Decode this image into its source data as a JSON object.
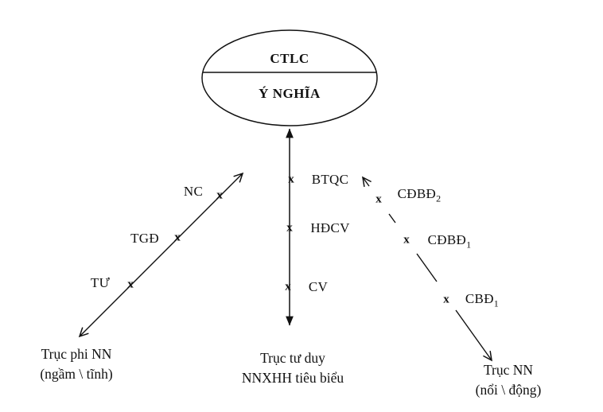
{
  "marker_symbol": "x",
  "ellipse": {
    "top_label": "CTLC",
    "bottom_label": "Ý NGHĨA"
  },
  "axes": {
    "left": {
      "points": [
        {
          "label": "NC"
        },
        {
          "label": "TGĐ"
        },
        {
          "label": "TƯ"
        }
      ],
      "caption": {
        "line1": "Trục phi NN",
        "line2": "(ngầm \\ tĩnh)"
      }
    },
    "middle": {
      "points": [
        {
          "label": "BTQC"
        },
        {
          "label": "HĐCV"
        },
        {
          "label": "CV"
        }
      ],
      "caption": {
        "line1": "Trục tư duy",
        "line2": "NNXHH tiêu biểu"
      }
    },
    "right": {
      "points": [
        {
          "base": "CĐBĐ",
          "sub": "2"
        },
        {
          "base": "CĐBĐ",
          "sub": "1"
        },
        {
          "base": "CBĐ",
          "sub": "1"
        }
      ],
      "caption": {
        "line1": "Trục NN",
        "line2": "(nổi \\ động)"
      }
    }
  },
  "colors": {
    "ink": "#111111",
    "background": "#ffffff"
  }
}
